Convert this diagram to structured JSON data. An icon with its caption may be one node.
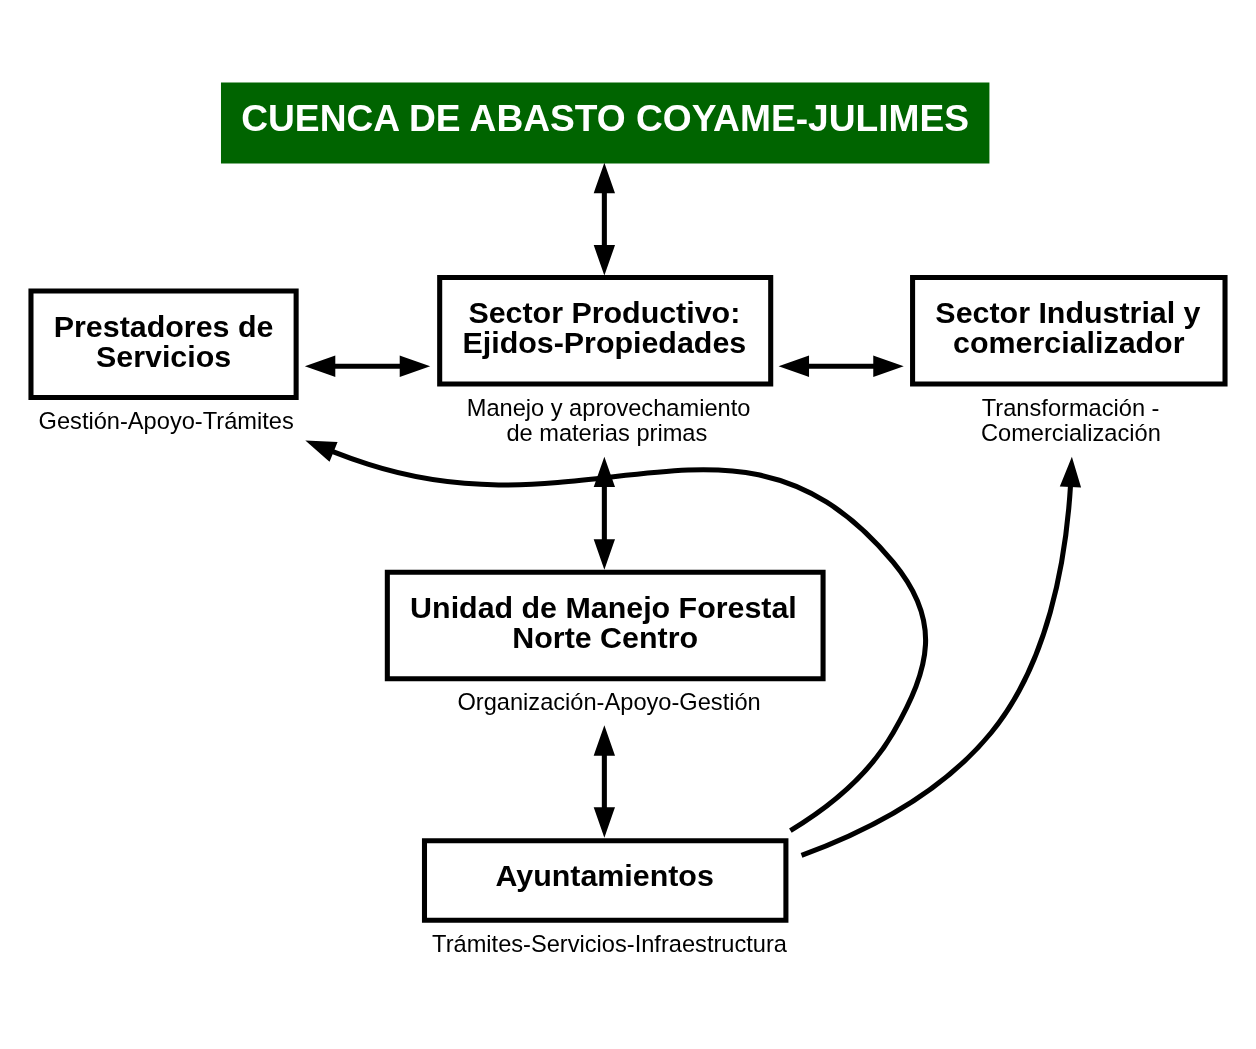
{
  "diagram": {
    "nodes": [
      {
        "text": [
          "CUENCA DE ABASTO COYAME-JULIMES"
        ]
      },
      {
        "text": [
          "Prestadores de Servicios"
        ],
        "beside": [
          "Gestión-Apoyo-Trámites"
        ]
      },
      {
        "text": [
          "Sector Productivo: Ejidos-Propiedades"
        ],
        "beside": [
          "Manejo y aprovechamiento de materias primas"
        ]
      },
      {
        "text": [
          "Sector Industrial y comercializador"
        ],
        "beside": [
          "Transformación - Comercialización"
        ]
      },
      {
        "text": [
          "Unidad de Manejo Forestal Norte Centro"
        ],
        "beside": [
          "Organización-Apoyo-Gestión"
        ]
      },
      {
        "text": [
          "Ayuntamientos"
        ],
        "beside": [
          "Trámites-Servicios-Infraestructura"
        ]
      }
    ],
    "edges": [
      {
        "from": 0,
        "to": 2,
        "arrow": "both"
      },
      {
        "from": 1,
        "to": 2,
        "arrow": "both"
      },
      {
        "from": 2,
        "to": 3,
        "arrow": "both"
      },
      {
        "from": 2,
        "to": 4,
        "arrow": "both"
      },
      {
        "from": 4,
        "to": 5,
        "arrow": "both"
      },
      {
        "from": 5,
        "to": 1,
        "arrow": "to"
      },
      {
        "from": 5,
        "to": 3,
        "arrow": "to"
      }
    ]
  }
}
